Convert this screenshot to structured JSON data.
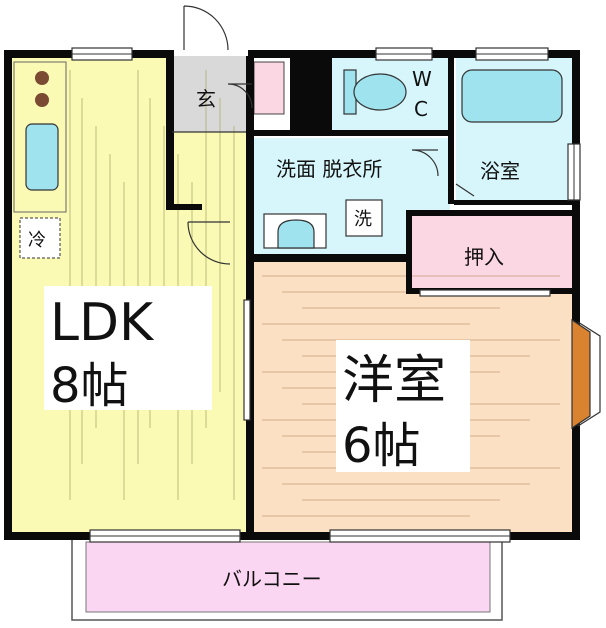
{
  "rooms": {
    "ldk": {
      "name": "LDK",
      "size": "8帖",
      "fill": "#fafab4"
    },
    "western": {
      "name": "洋室",
      "size": "6帖",
      "fill": "#fbe0c4"
    },
    "entrance": {
      "name": "玄",
      "fill": "#d9d9d9"
    },
    "washroom": {
      "name": "洗面 脱衣所",
      "fill": "#d6f6fb"
    },
    "washer": {
      "name": "洗"
    },
    "bath": {
      "name": "浴室",
      "fill": "#d6f6fb"
    },
    "wc": {
      "line1": "W",
      "line2": "C",
      "fill": "#d6f6fb"
    },
    "closet": {
      "name": "押入",
      "fill": "#fbd6e3"
    },
    "fridge": {
      "name": "冷"
    },
    "balcony": {
      "name": "バルコニー",
      "fill": "#fbd6f3"
    }
  },
  "colors": {
    "wall": "#0a0a0a",
    "window_glass": "#9fe3ef",
    "bay_window": "#d9822f",
    "fixture_fill": "#9fe3ef",
    "stove": "#7a4a32",
    "shoe_box": "#fbd6e3"
  }
}
